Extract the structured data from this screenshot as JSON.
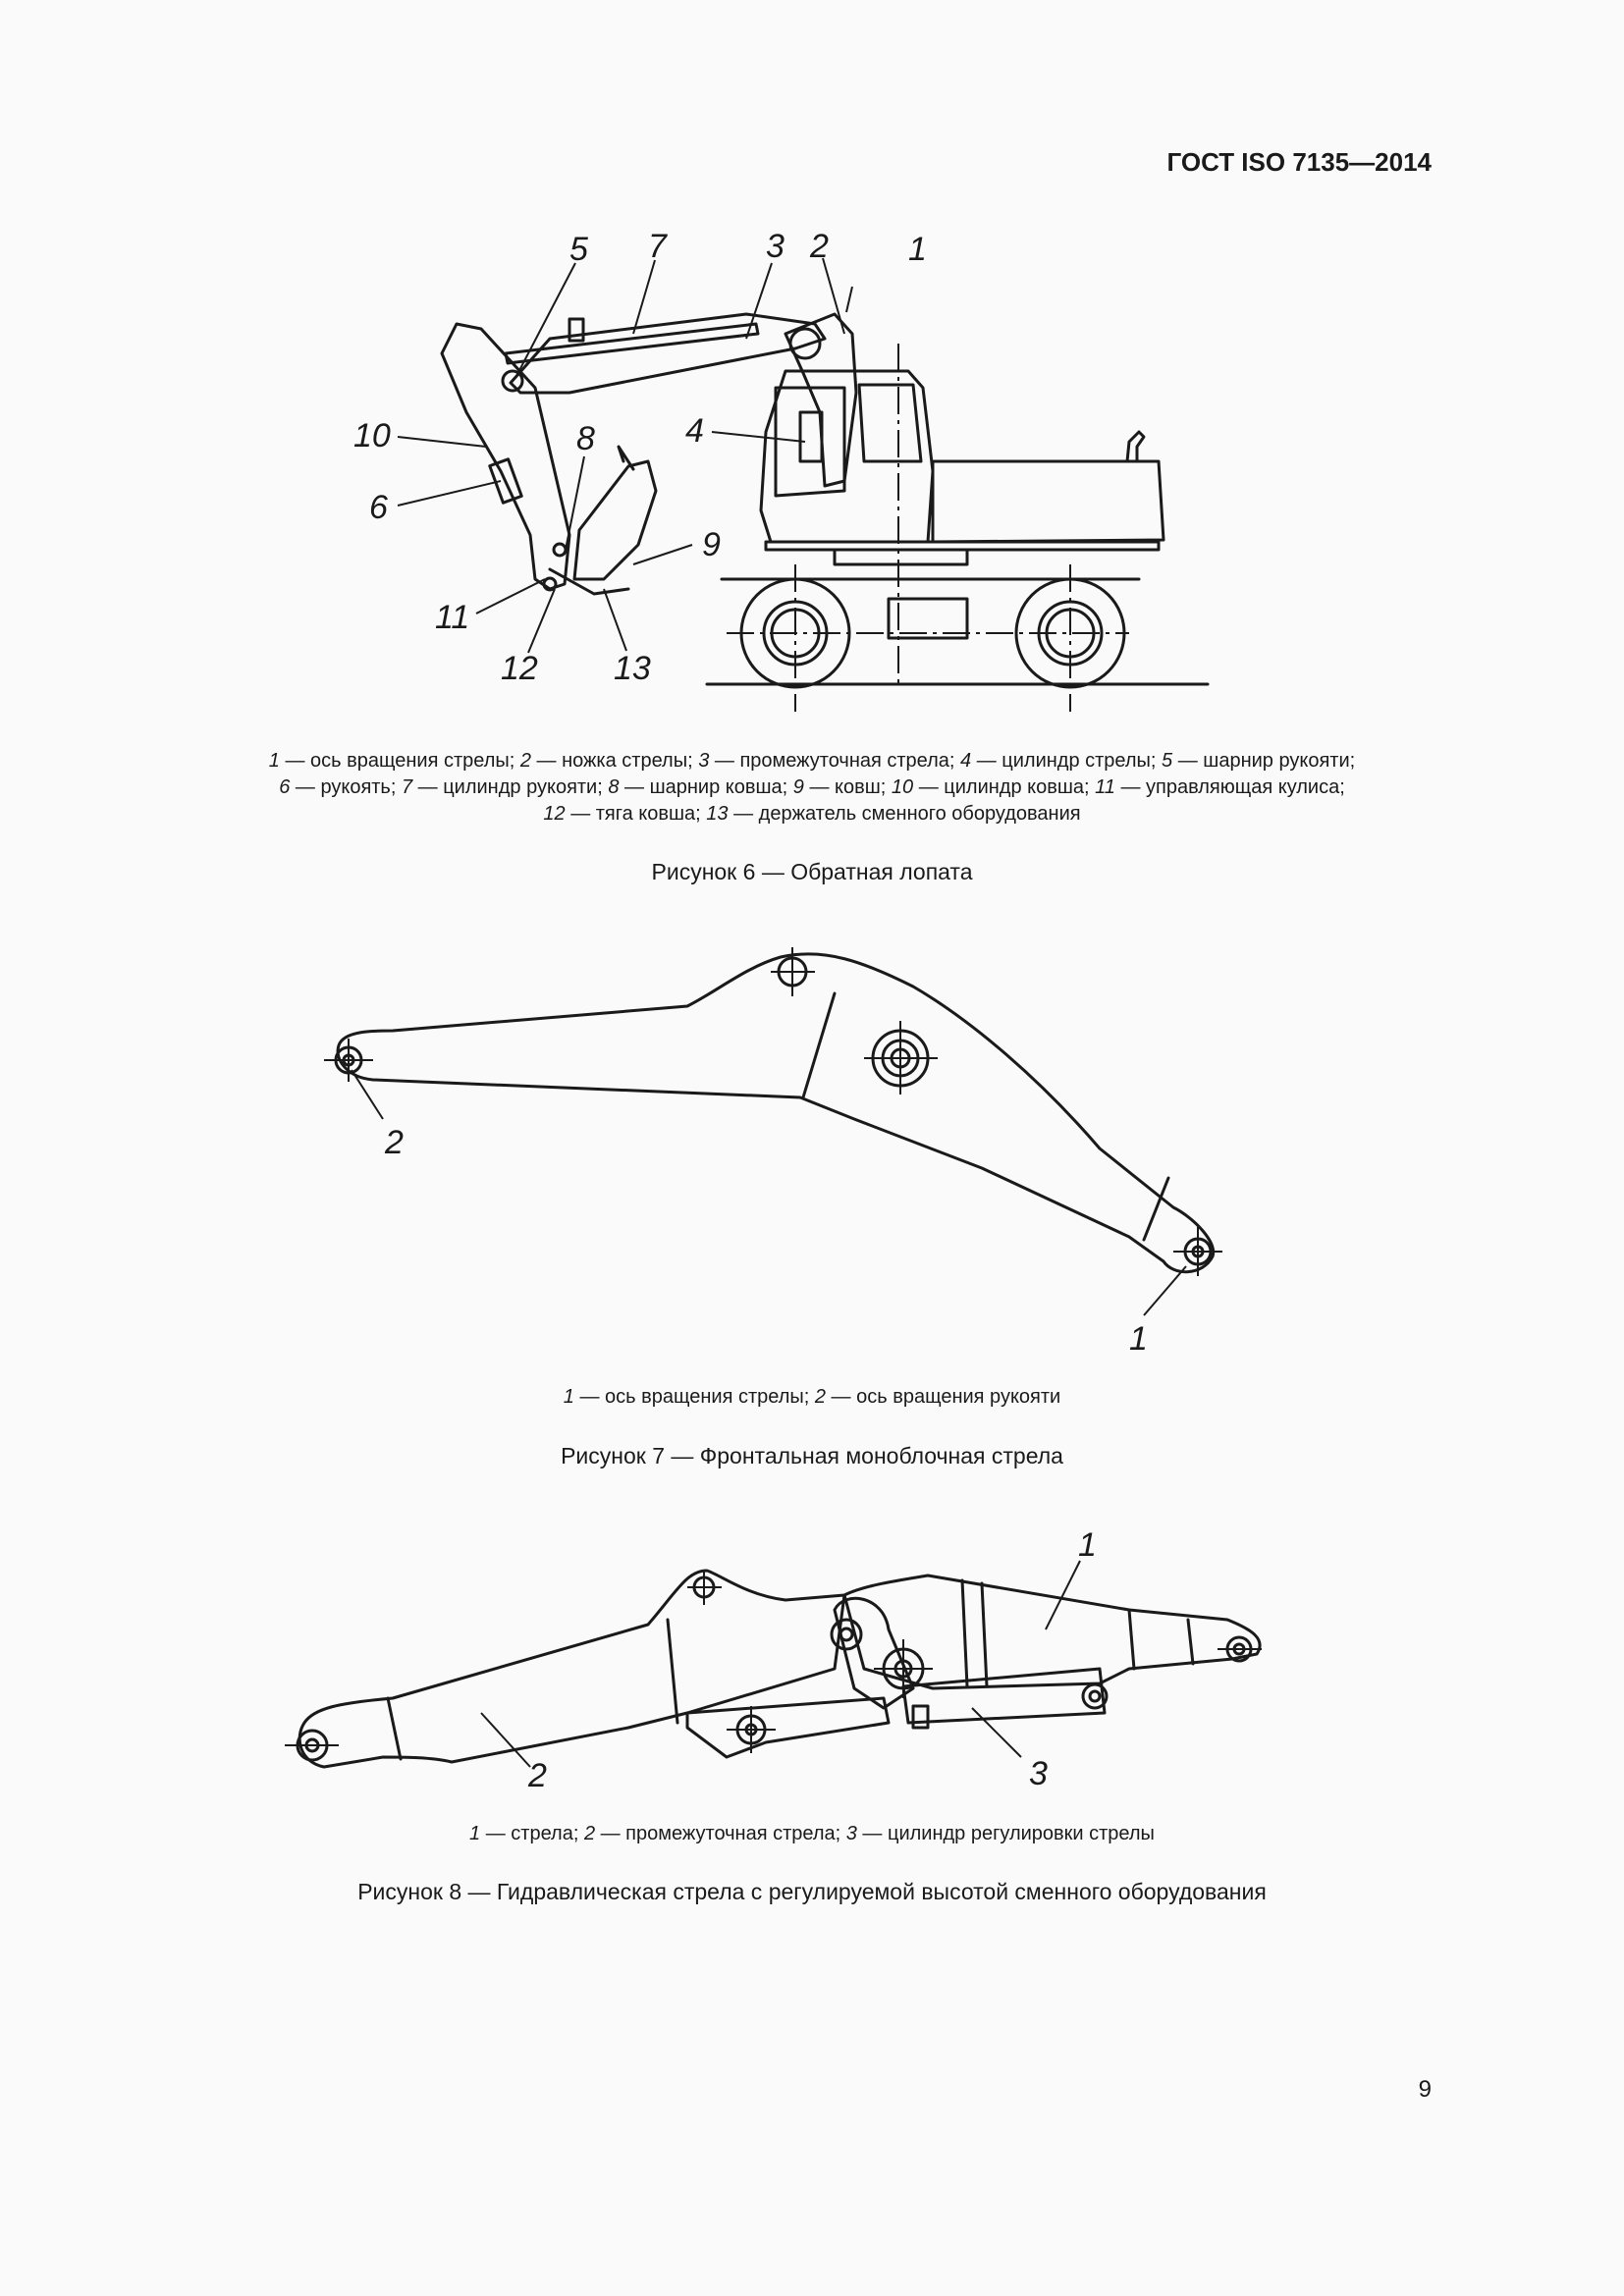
{
  "header": {
    "standard_id": "ГОСТ ISO 7135—2014"
  },
  "figure6": {
    "callouts": [
      "1",
      "2",
      "3",
      "4",
      "5",
      "6",
      "7",
      "8",
      "9",
      "10",
      "11",
      "12",
      "13"
    ],
    "legend_lines": [
      [
        [
          "1",
          " — ось вращения стрелы; "
        ],
        [
          "2",
          " — ножка стрелы; "
        ],
        [
          "3",
          " — промежуточная стрела; "
        ],
        [
          "4",
          " — цилиндр стрелы; "
        ],
        [
          "5",
          " — шарнир рукояти;"
        ]
      ],
      [
        [
          "6",
          " — рукоять; "
        ],
        [
          "7",
          " — цилиндр рукояти; "
        ],
        [
          "8",
          " — шарнир ковша; "
        ],
        [
          "9",
          " — ковш; "
        ],
        [
          "10",
          " — цилиндр ковша; "
        ],
        [
          "11",
          " — управляющая кулиса;"
        ]
      ],
      [
        [
          "12",
          " — тяга ковша; "
        ],
        [
          "13",
          " — держатель сменного оборудования"
        ]
      ]
    ],
    "caption": "Рисунок 6 — Обратная лопата"
  },
  "figure7": {
    "callouts": [
      "1",
      "2"
    ],
    "legend_lines": [
      [
        [
          "1",
          " — ось вращения стрелы; "
        ],
        [
          "2",
          " — ось вращения рукояти"
        ]
      ]
    ],
    "caption": "Рисунок 7 — Фронтальная моноблочная стрела"
  },
  "figure8": {
    "callouts": [
      "1",
      "2",
      "3"
    ],
    "legend_lines": [
      [
        [
          "1",
          " — стрела; "
        ],
        [
          "2",
          " — промежуточная стрела; "
        ],
        [
          "3",
          " — цилиндр регулировки стрелы"
        ]
      ]
    ],
    "caption": "Рисунок 8 — Гидравлическая стрела с регулируемой высотой сменного оборудования"
  },
  "page_number": "9"
}
